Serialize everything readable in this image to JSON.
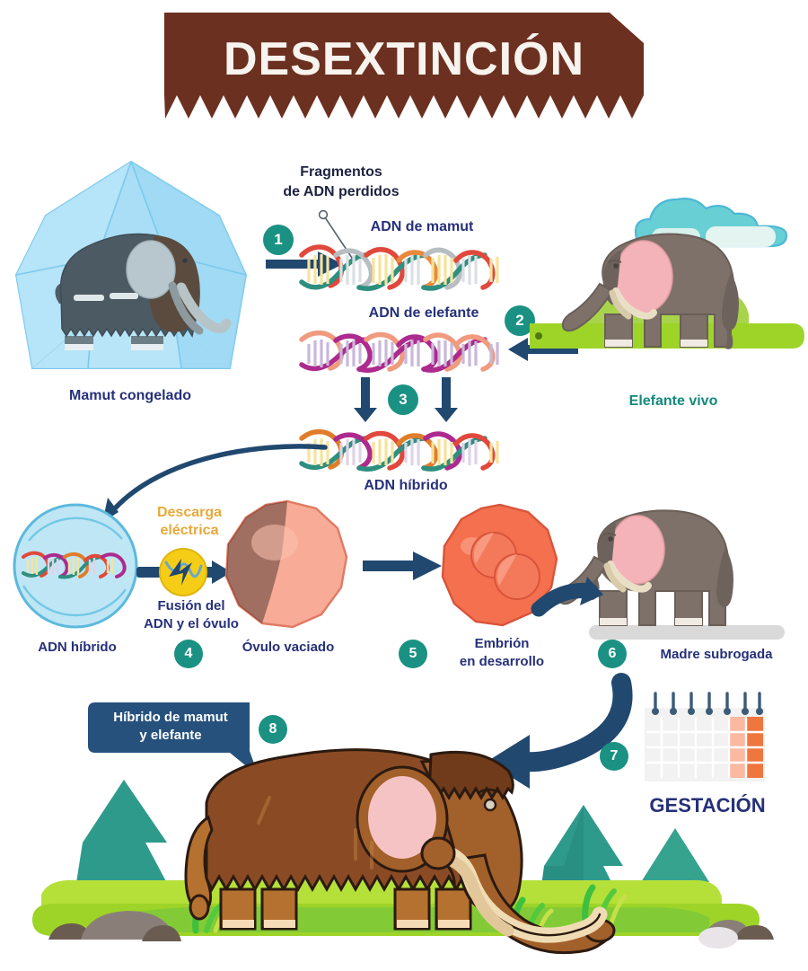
{
  "banner": {
    "title": "DESEXTINCIÓN"
  },
  "colors": {
    "banner_brown": "#6b3020",
    "navy": "#26307a",
    "dark_navy_text": "#1d2340",
    "teal_badge": "#1a9183",
    "teal_label": "#13897c",
    "gold": "#e8a93c",
    "arrow_navy": "#21486f",
    "ice_blue": "#a7dcf5",
    "grass_green": "#9ed428",
    "mammoth_brown": "#8a4b24",
    "ear_pink": "#f6c3c5",
    "ovum_salmon": "#f6a894",
    "embryo_coral": "#f4704f",
    "elephant_grey": "#7d7169",
    "pine_teal": "#2e9a8c"
  },
  "steps": [
    {
      "n": "1",
      "label": "frozen-mammoth-to-dna"
    },
    {
      "n": "2",
      "label": "elephant-to-dna"
    },
    {
      "n": "3",
      "label": "dna-combine"
    },
    {
      "n": "4",
      "label": "fusion"
    },
    {
      "n": "5",
      "label": "embryo"
    },
    {
      "n": "6",
      "label": "surrogate"
    },
    {
      "n": "7",
      "label": "gestation"
    },
    {
      "n": "8",
      "label": "hybrid"
    }
  ],
  "labels": {
    "frozen_mammoth": "Mamut congelado",
    "lost_fragments_l1": "Fragmentos",
    "lost_fragments_l2": "de ADN perdidos",
    "mammoth_dna": "ADN de mamut",
    "elephant_dna": "ADN de elefante",
    "live_elephant": "Elefante vivo",
    "hybrid_dna": "ADN híbrido",
    "hybrid_dna_cell": "ADN híbrido",
    "electric_discharge_l1": "Descarga",
    "electric_discharge_l2": "eléctrica",
    "fusion_l1": "Fusión del",
    "fusion_l2": "ADN y el óvulo",
    "emptied_ovum": "Óvulo vaciado",
    "embryo_l1": "Embrión",
    "embryo_l2": "en desarrollo",
    "surrogate_mother": "Madre subrogada",
    "gestation": "GESTACIÓN",
    "hybrid_bubble_l1": "Híbrido de mamut",
    "hybrid_bubble_l2": "y elefante"
  },
  "calendar": {
    "rings": 7,
    "columns": 7,
    "rows": 4,
    "highlight_last_column": "#f0763f",
    "highlight_second_last_column": "#fbb9a2"
  }
}
